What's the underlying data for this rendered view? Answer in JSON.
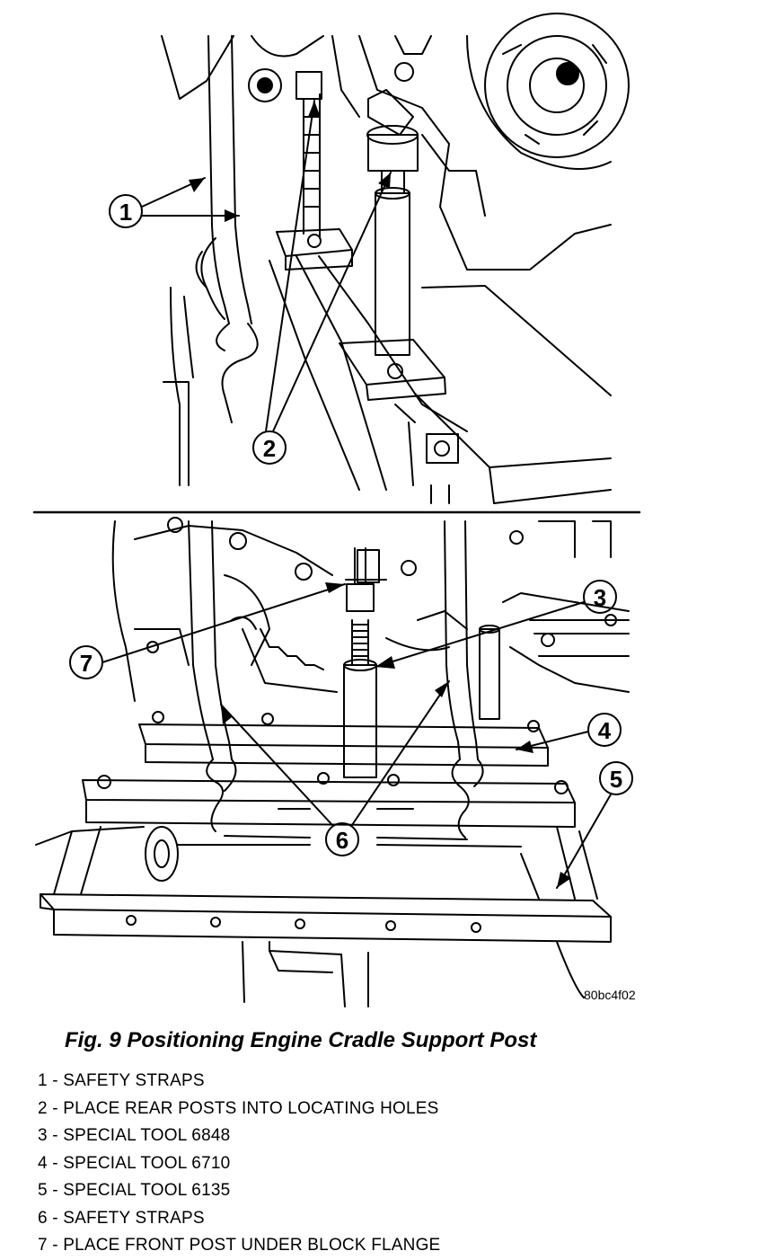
{
  "figure": {
    "image_code": "80bc4f02",
    "callouts": [
      "1",
      "2",
      "3",
      "4",
      "5",
      "6",
      "7"
    ]
  },
  "caption": "Fig. 9 Positioning Engine Cradle Support Post",
  "legend": [
    "1 - SAFETY STRAPS",
    "2 - PLACE REAR POSTS INTO LOCATING HOLES",
    "3 - SPECIAL TOOL 6848",
    "4 - SPECIAL TOOL 6710",
    "5 - SPECIAL TOOL 6135",
    "6 - SAFETY STRAPS",
    "7 - PLACE FRONT POST UNDER BLOCK FLANGE"
  ]
}
